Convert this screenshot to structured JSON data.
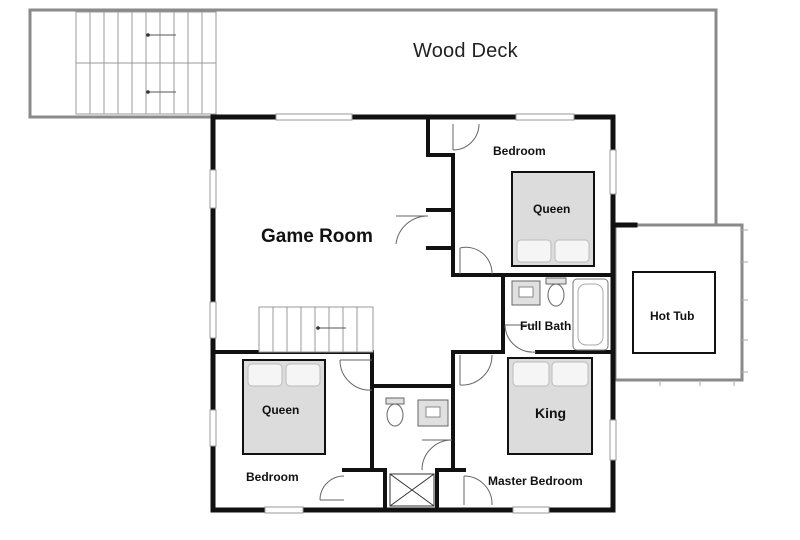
{
  "rooms": {
    "wood_deck": "Wood Deck",
    "game_room": "Game Room",
    "bedroom_top": "Bedroom",
    "full_bath": "Full Bath",
    "hot_tub": "Hot Tub",
    "bedroom_left": "Bedroom",
    "master_bedroom": "Master Bedroom"
  },
  "beds": {
    "top_bedroom": "Queen",
    "left_bedroom": "Queen",
    "master": "King"
  },
  "colors": {
    "wall": "#111111",
    "deck_outline": "#8a8a8a",
    "furniture_fill": "#dcdcdc",
    "window": "#c8c8c8"
  }
}
